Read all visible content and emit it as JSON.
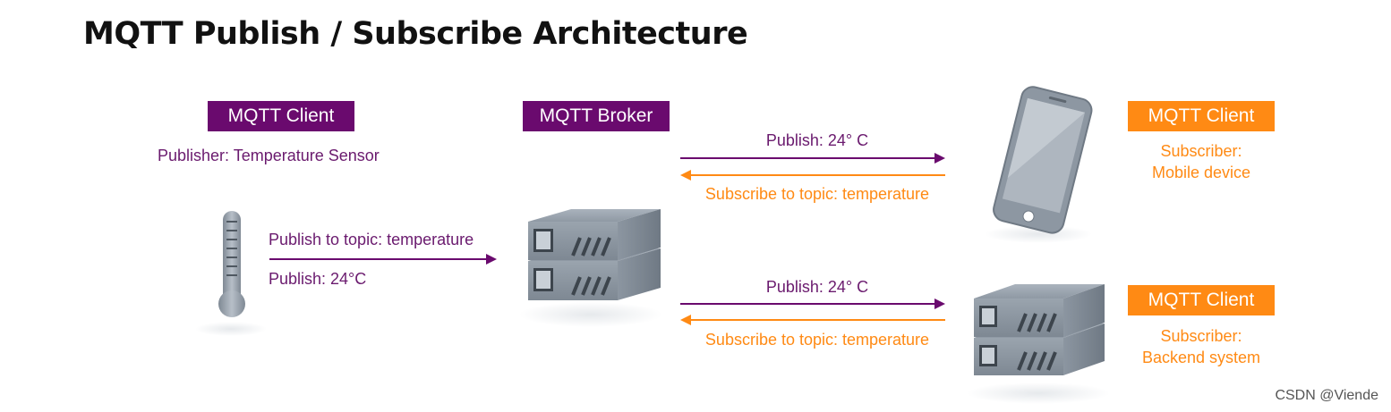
{
  "title": "MQTT Publish / Subscribe Architecture",
  "publisher": {
    "tag": "MQTT Client",
    "role": "Publisher: Temperature Sensor",
    "line_top": "Publish to topic: temperature",
    "line_bottom": "Publish: 24°C"
  },
  "broker": {
    "tag": "MQTT Broker"
  },
  "sub1": {
    "tag": "MQTT Client",
    "role_line1": "Subscriber:",
    "role_line2": "Mobile device",
    "publish": "Publish: 24° C",
    "subscribe": "Subscribe to topic: temperature"
  },
  "sub2": {
    "tag": "MQTT Client",
    "role_line1": "Subscriber:",
    "role_line2": "Backend system",
    "publish": "Publish: 24° C",
    "subscribe": "Subscribe to topic: temperature"
  },
  "watermark": "CSDN @Viende",
  "colors": {
    "purple": "#6a0a6e",
    "orange": "#ff8a14",
    "device_gray": "#8e98a3"
  },
  "icons": [
    "thermometer-icon",
    "server-icon",
    "smartphone-icon"
  ]
}
